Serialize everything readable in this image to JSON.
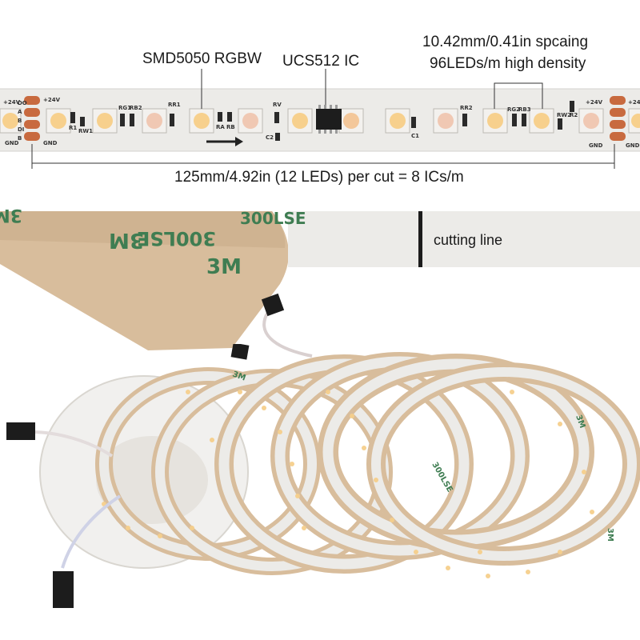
{
  "annotations": {
    "led_type": "SMD5050 RGBW",
    "ic_type": "UCS512 IC",
    "spacing_line1": "10.42mm/0.41in spcaing",
    "spacing_line2": "96LEDs/m high density",
    "cut_spec": "125mm/4.92in (12 LEDs) per cut = 8 ICs/m",
    "cutting_line": "cutting line"
  },
  "pcb_markings": {
    "voltage": "+24V",
    "ground": "GND",
    "pad_labels": [
      "DO",
      "A",
      "B",
      "DI",
      "B"
    ],
    "components": [
      "RG1",
      "RB2",
      "RR1",
      "R1",
      "RW1",
      "RA",
      "RB",
      "RV",
      "C1",
      "RR2",
      "RG2",
      "RB3",
      "RW2",
      "R2",
      "C2"
    ]
  },
  "backing_text": {
    "brand": "3M",
    "model": "300LSE"
  },
  "colors": {
    "pcb_white": "#ecebe8",
    "copper_pad": "#c86a3f",
    "adhesive_tan": "#d8bd9c",
    "printed_green": "#3f7d52",
    "led_warm": "#f6cf8c",
    "connector_black": "#1c1c1c"
  }
}
